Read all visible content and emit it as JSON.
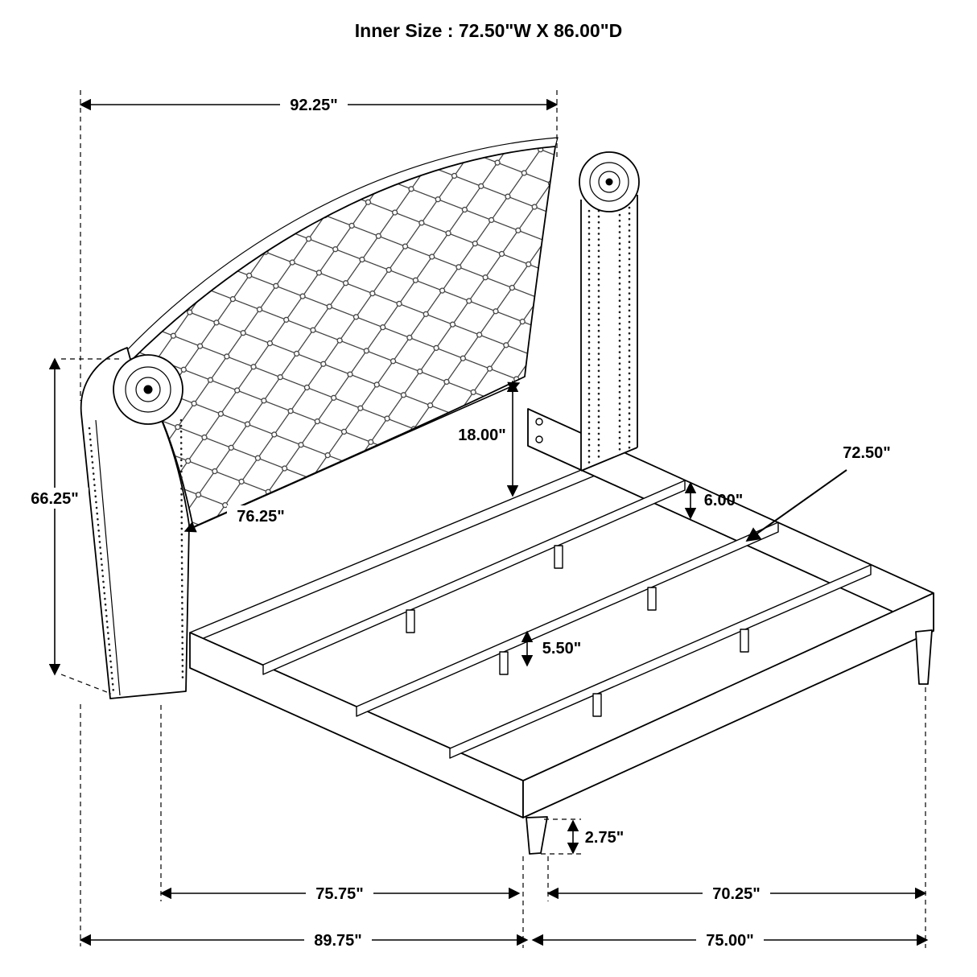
{
  "title": "Inner Size : 72.50\"W X 86.00\"D",
  "dims": {
    "top_width": {
      "label": "92.25\""
    },
    "overall_height": {
      "label": "66.25\""
    },
    "headboard_height": {
      "label": "18.00\""
    },
    "headboard_width": {
      "label": "76.25\""
    },
    "rail_height": {
      "label": "6.00\""
    },
    "slat_width": {
      "label": "72.50\""
    },
    "slat_height": {
      "label": "5.50\""
    },
    "leg_height": {
      "label": "2.75\""
    },
    "frame_front_width": {
      "label": "75.75\""
    },
    "frame_side_depth": {
      "label": "70.25\""
    },
    "overall_width": {
      "label": "89.75\""
    },
    "overall_depth": {
      "label": "75.00\""
    }
  }
}
